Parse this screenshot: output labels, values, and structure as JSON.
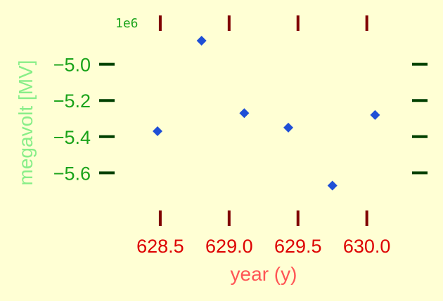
{
  "chart_data": {
    "type": "scatter",
    "title": "",
    "xlabel": "year (y)",
    "ylabel": "megavolt [MV]",
    "y_offset_label": "1e6",
    "x": [
      628.48,
      628.8,
      629.11,
      629.43,
      629.75,
      630.06
    ],
    "y": [
      -5.37,
      -4.87,
      -5.27,
      -5.35,
      -5.67,
      -5.28
    ],
    "xlim": [
      628.0,
      630.4
    ],
    "ylim": [
      -5.8,
      -4.8
    ],
    "xticks": [
      628.5,
      629.0,
      629.5,
      630.0
    ],
    "xtick_labels": [
      "628.5",
      "629.0",
      "629.5",
      "630.0"
    ],
    "yticks": [
      -5.0,
      -5.2,
      -5.4,
      -5.6
    ],
    "ytick_labels": [
      "−5.0",
      "−5.2",
      "−5.4",
      "−5.6"
    ],
    "grid": false,
    "marker": "diamond",
    "colors": {
      "background": "#ffffd4",
      "marker": "#1f4fd6",
      "xtick_mark": "#800000",
      "xtick_label": "#dd0000",
      "ytick_mark": "#004000",
      "ytick_label": "#1aa31a",
      "xlabel": "#ff5555",
      "ylabel": "#88ee88",
      "offset_text": "#1aa31a"
    }
  }
}
